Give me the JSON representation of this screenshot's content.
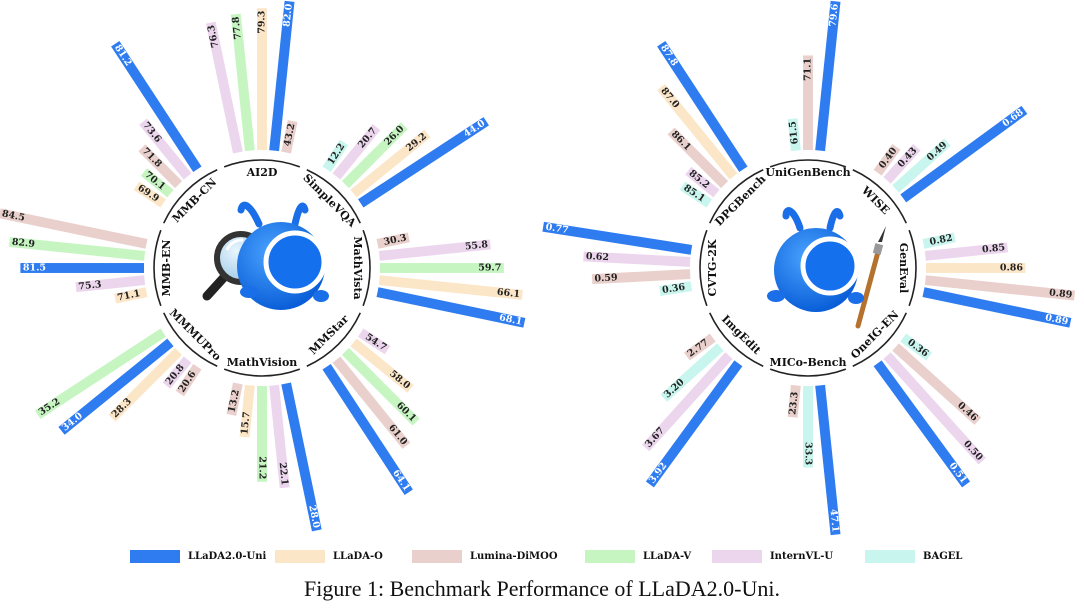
{
  "legend": [
    {
      "name": "LLaDA2.0-Uni",
      "color": "#2e7cf0"
    },
    {
      "name": "LLaDA-O",
      "color": "#fce6c8"
    },
    {
      "name": "Lumina-DiMOO",
      "color": "#ead0cc"
    },
    {
      "name": "LLaDA-V",
      "color": "#c6f5c2"
    },
    {
      "name": "InternVL-U",
      "color": "#ecd6ee"
    },
    {
      "name": "BAGEL",
      "color": "#c8f6ee"
    }
  ],
  "caption": "Figure 1: Benchmark Performance of LLaDA2.0-Uni.",
  "mascot_icons": [
    "magnifier-icon",
    "paintbrush-icon"
  ],
  "chart_data": [
    {
      "type": "radial-bar",
      "groups": [
        {
          "name": "AI2D",
          "bars": [
            {
              "model": "InternVL-U",
              "value": 76.3
            },
            {
              "model": "LLaDA-V",
              "value": 77.8
            },
            {
              "model": "LLaDA-O",
              "value": 79.3
            },
            {
              "model": "LLaDA2.0-Uni",
              "value": 82.0
            },
            {
              "model": "Lumina-DiMOO",
              "value": 43.2
            }
          ]
        },
        {
          "name": "SimpleVQA",
          "bars": [
            {
              "model": "BAGEL",
              "value": 12.2
            },
            {
              "model": "InternVL-U",
              "value": 20.7
            },
            {
              "model": "LLaDA-V",
              "value": 26.0
            },
            {
              "model": "LLaDA-O",
              "value": 29.2
            },
            {
              "model": "LLaDA2.0-Uni",
              "value": 44.0
            }
          ]
        },
        {
          "name": "MathVista",
          "bars": [
            {
              "model": "Lumina-DiMOO",
              "value": 30.3
            },
            {
              "model": "InternVL-U",
              "value": 55.8
            },
            {
              "model": "LLaDA-V",
              "value": 59.7
            },
            {
              "model": "LLaDA-O",
              "value": 66.1
            },
            {
              "model": "LLaDA2.0-Uni",
              "value": 68.1
            }
          ]
        },
        {
          "name": "MMStar",
          "bars": [
            {
              "model": "InternVL-U",
              "value": 54.7
            },
            {
              "model": "LLaDA-O",
              "value": 58.0
            },
            {
              "model": "LLaDA-V",
              "value": 60.1
            },
            {
              "model": "Lumina-DiMOO",
              "value": 61.0
            },
            {
              "model": "LLaDA2.0-Uni",
              "value": 64.1
            }
          ]
        },
        {
          "name": "MathVision",
          "bars": [
            {
              "model": "LLaDA2.0-Uni",
              "value": 28.0
            },
            {
              "model": "InternVL-U",
              "value": 22.1
            },
            {
              "model": "LLaDA-V",
              "value": 21.2
            },
            {
              "model": "LLaDA-O",
              "value": 15.7
            },
            {
              "model": "Lumina-DiMOO",
              "value": 13.2
            }
          ]
        },
        {
          "name": "MMMUPro",
          "bars": [
            {
              "model": "Lumina-DiMOO",
              "value": 20.6
            },
            {
              "model": "InternVL-U",
              "value": 20.8
            },
            {
              "model": "LLaDA-O",
              "value": 28.3
            },
            {
              "model": "LLaDA2.0-Uni",
              "value": 34.0
            },
            {
              "model": "LLaDA-V",
              "value": 35.2
            }
          ]
        },
        {
          "name": "MMB-EN",
          "bars": [
            {
              "model": "LLaDA-O",
              "value": 71.1
            },
            {
              "model": "InternVL-U",
              "value": 75.3
            },
            {
              "model": "LLaDA2.0-Uni",
              "value": 81.5
            },
            {
              "model": "LLaDA-V",
              "value": 82.9
            },
            {
              "model": "Lumina-DiMOO",
              "value": 84.5
            }
          ]
        },
        {
          "name": "MMB-CN",
          "bars": [
            {
              "model": "LLaDA-O",
              "value": 69.9
            },
            {
              "model": "LLaDA-V",
              "value": 70.1
            },
            {
              "model": "Lumina-DiMOO",
              "value": 71.8
            },
            {
              "model": "InternVL-U",
              "value": 73.6
            },
            {
              "model": "LLaDA2.0-Uni",
              "value": 81.2
            }
          ]
        }
      ]
    },
    {
      "type": "radial-bar",
      "groups": [
        {
          "name": "UniGenBench",
          "bars": [
            {
              "model": "BAGEL",
              "value": 61.5
            },
            {
              "model": "Lumina-DiMOO",
              "value": 71.1
            },
            {
              "model": "LLaDA2.0-Uni",
              "value": 79.6
            }
          ]
        },
        {
          "name": "WISE",
          "bars": [
            {
              "model": "Lumina-DiMOO",
              "value": 0.4
            },
            {
              "model": "InternVL-U",
              "value": 0.43
            },
            {
              "model": "BAGEL",
              "value": 0.49
            },
            {
              "model": "LLaDA2.0-Uni",
              "value": 0.68
            }
          ]
        },
        {
          "name": "GenEval",
          "bars": [
            {
              "model": "BAGEL",
              "value": 0.82
            },
            {
              "model": "InternVL-U",
              "value": 0.85
            },
            {
              "model": "LLaDA-O",
              "value": 0.86
            },
            {
              "model": "Lumina-DiMOO",
              "value": 0.89
            },
            {
              "model": "LLaDA2.0-Uni",
              "value": 0.89
            }
          ]
        },
        {
          "name": "OneIG-EN",
          "bars": [
            {
              "model": "BAGEL",
              "value": 0.36
            },
            {
              "model": "Lumina-DiMOO",
              "value": 0.46
            },
            {
              "model": "InternVL-U",
              "value": 0.5
            },
            {
              "model": "LLaDA2.0-Uni",
              "value": 0.51
            }
          ]
        },
        {
          "name": "MICo-Bench",
          "bars": [
            {
              "model": "LLaDA2.0-Uni",
              "value": 47.1
            },
            {
              "model": "BAGEL",
              "value": 33.3
            },
            {
              "model": "Lumina-DiMOO",
              "value": 23.3
            }
          ]
        },
        {
          "name": "ImgEdit",
          "bars": [
            {
              "model": "LLaDA2.0-Uni",
              "value": 3.92
            },
            {
              "model": "InternVL-U",
              "value": 3.67
            },
            {
              "model": "BAGEL",
              "value": 3.2
            },
            {
              "model": "Lumina-DiMOO",
              "value": 2.77
            }
          ]
        },
        {
          "name": "CVTG-2K",
          "bars": [
            {
              "model": "BAGEL",
              "value": 0.36
            },
            {
              "model": "Lumina-DiMOO",
              "value": 0.59
            },
            {
              "model": "InternVL-U",
              "value": 0.62
            },
            {
              "model": "LLaDA2.0-Uni",
              "value": 0.77
            }
          ]
        },
        {
          "name": "DPGBench",
          "bars": [
            {
              "model": "BAGEL",
              "value": 85.1
            },
            {
              "model": "InternVL-U",
              "value": 85.2
            },
            {
              "model": "Lumina-DiMOO",
              "value": 86.1
            },
            {
              "model": "LLaDA-O",
              "value": 87.0
            },
            {
              "model": "LLaDA2.0-Uni",
              "value": 87.8
            }
          ]
        }
      ]
    }
  ]
}
